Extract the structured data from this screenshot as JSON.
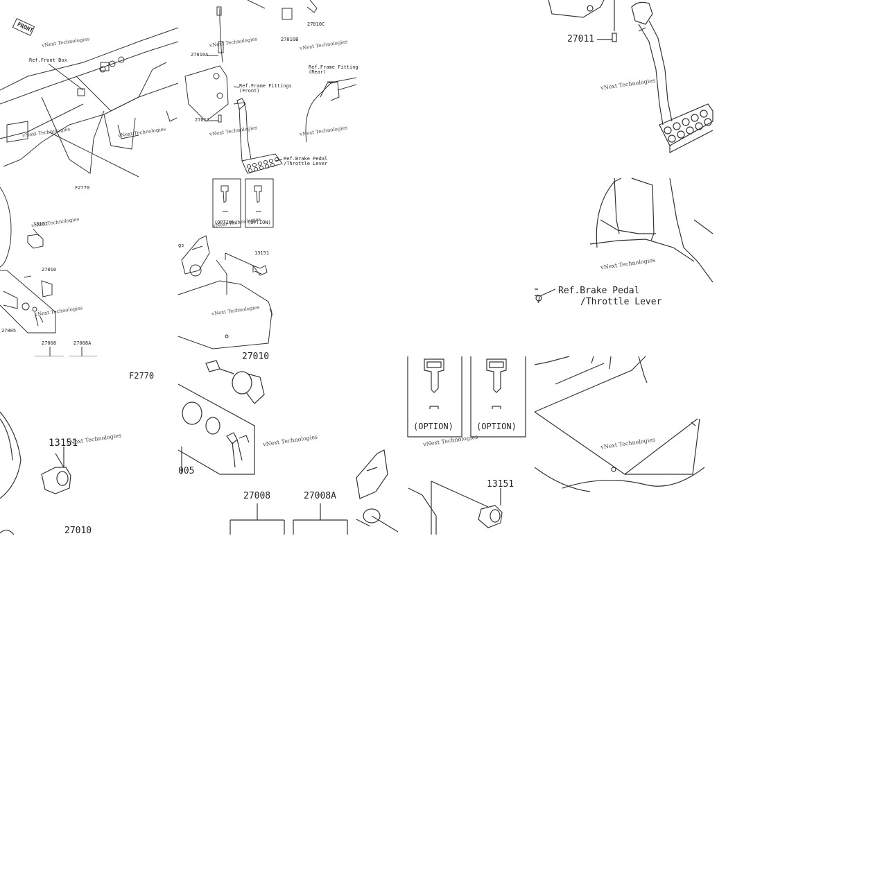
{
  "tiles": {
    "overview_left": {
      "front_tag": "FRONT",
      "ref_front_box": "Ref.Front Box",
      "figure_code": "F2770",
      "part_13151": "13151",
      "part_27010": "27010",
      "part_27005": "27005",
      "part_27008": "27008",
      "part_27008a": "27008A"
    },
    "overview_mid": {
      "part_27010a": "27010A",
      "part_27010b": "27010B",
      "part_27010c": "27010C",
      "part_27011": "27011",
      "ref_frame_front": "Ref.Frame Fittings\n(Front)",
      "ref_frame_rear": "Ref.Frame Fitting\n(Rear)",
      "ref_brake": "Ref.Brake Pedal\n/Throttle Lever",
      "option_1": "(OPTION)",
      "option_2": "(OPTION)"
    },
    "pedal_zoom": {
      "part_27011": "27011"
    },
    "socket_zoom_mid": {
      "part_13151": "13151",
      "ref_tag": "gs"
    },
    "brake_ref_zoom": {
      "ref_brake_line1": "Ref.Brake Pedal",
      "ref_brake_line2": "/Throttle Lever"
    },
    "left_zoom": {
      "figure_code": "F2770",
      "part_13151": "13151",
      "part_27010": "27010"
    },
    "key_zoom": {
      "part_27010": "27010",
      "part_27005": "005",
      "part_27008": "27008",
      "part_27008a": "27008A"
    },
    "option_zoom": {
      "option_1": "(OPTION)",
      "option_2": "(OPTION)"
    },
    "socket_zoom_low": {
      "part_13151": "13151"
    }
  },
  "watermark": "vNext Technologies"
}
